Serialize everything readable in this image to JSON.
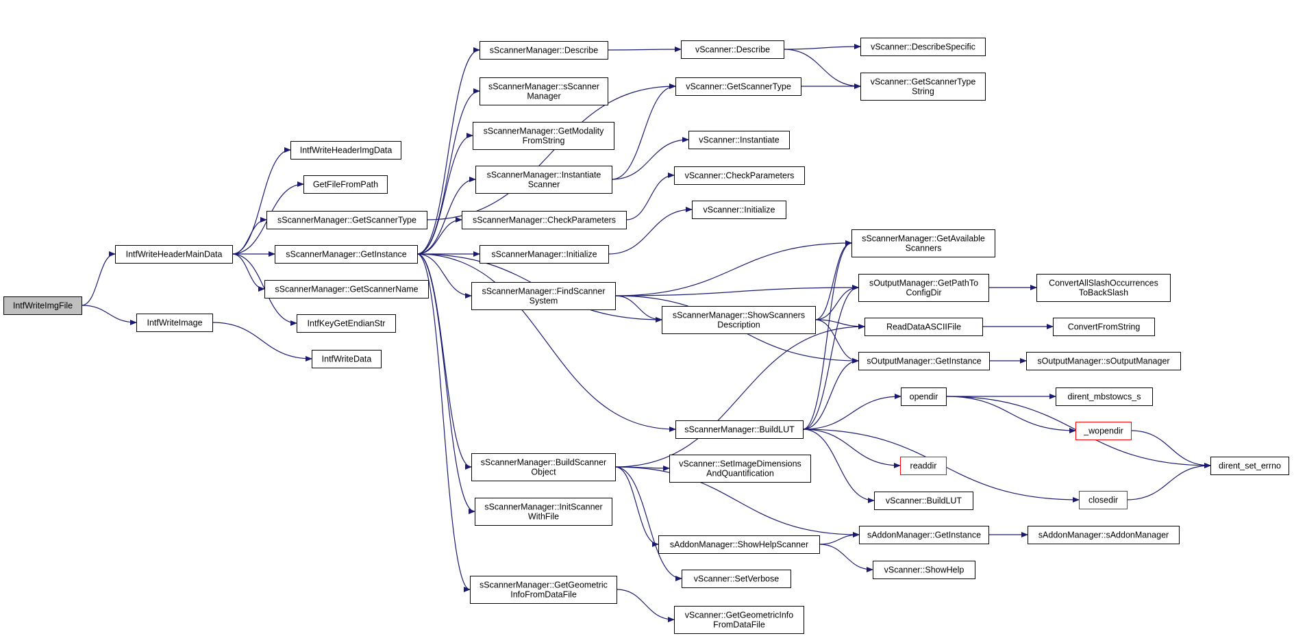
{
  "colors": {
    "edge": "#191970",
    "node_border": "#000000",
    "node_border_truncated": "#ff0000",
    "root_fill": "#bfbfbf",
    "node_fill": "#ffffff",
    "background": "#ffffff"
  },
  "graph": {
    "nodes": [
      {
        "id": "root",
        "lines": [
          "IntfWriteImgFile"
        ],
        "root": true
      },
      {
        "id": "hmain",
        "lines": [
          "IntfWriteHeaderMainData"
        ]
      },
      {
        "id": "wimg",
        "lines": [
          "IntfWriteImage"
        ]
      },
      {
        "id": "himg",
        "lines": [
          "IntfWriteHeaderImgData"
        ]
      },
      {
        "id": "getfile",
        "lines": [
          "GetFileFromPath"
        ]
      },
      {
        "id": "smgr_type",
        "lines": [
          "sScannerManager::GetScannerType"
        ]
      },
      {
        "id": "smgr_inst",
        "lines": [
          "sScannerManager::GetInstance"
        ]
      },
      {
        "id": "smgr_name",
        "lines": [
          "sScannerManager::GetScannerName"
        ]
      },
      {
        "id": "endian",
        "lines": [
          "IntfKeyGetEndianStr"
        ]
      },
      {
        "id": "wdata",
        "lines": [
          "IntfWriteData"
        ]
      },
      {
        "id": "smgr_desc",
        "lines": [
          "sScannerManager::Describe"
        ]
      },
      {
        "id": "smgr_ctor",
        "lines": [
          "sScannerManager::sScanner",
          "Manager"
        ]
      },
      {
        "id": "smgr_mod",
        "lines": [
          "sScannerManager::GetModality",
          "FromString"
        ]
      },
      {
        "id": "smgr_instsc",
        "lines": [
          "sScannerManager::Instantiate",
          "Scanner"
        ]
      },
      {
        "id": "smgr_check",
        "lines": [
          "sScannerManager::CheckParameters"
        ]
      },
      {
        "id": "smgr_init",
        "lines": [
          "sScannerManager::Initialize"
        ]
      },
      {
        "id": "smgr_find",
        "lines": [
          "sScannerManager::FindScanner",
          "System"
        ]
      },
      {
        "id": "smgr_show",
        "lines": [
          "sScannerManager::ShowScanners",
          "Description"
        ]
      },
      {
        "id": "smgr_lut",
        "lines": [
          "sScannerManager::BuildLUT"
        ]
      },
      {
        "id": "smgr_build",
        "lines": [
          "sScannerManager::BuildScanner",
          "Object"
        ]
      },
      {
        "id": "smgr_initfile",
        "lines": [
          "sScannerManager::InitScanner",
          "WithFile"
        ]
      },
      {
        "id": "smgr_geom",
        "lines": [
          "sScannerManager::GetGeometric",
          "InfoFromDataFile"
        ]
      },
      {
        "id": "vs_desc",
        "lines": [
          "vScanner::Describe"
        ]
      },
      {
        "id": "vs_gettype",
        "lines": [
          "vScanner::GetScannerType"
        ]
      },
      {
        "id": "vs_inst",
        "lines": [
          "vScanner::Instantiate"
        ]
      },
      {
        "id": "vs_check",
        "lines": [
          "vScanner::CheckParameters"
        ]
      },
      {
        "id": "vs_init",
        "lines": [
          "vScanner::Initialize"
        ]
      },
      {
        "id": "vs_setimg",
        "lines": [
          "vScanner::SetImageDimensions",
          "AndQuantification"
        ]
      },
      {
        "id": "add_showhelp",
        "lines": [
          "sAddonManager::ShowHelpScanner"
        ]
      },
      {
        "id": "vs_verbose",
        "lines": [
          "vScanner::SetVerbose"
        ]
      },
      {
        "id": "vs_geominfo",
        "lines": [
          "vScanner::GetGeometricInfo",
          "FromDataFile"
        ]
      },
      {
        "id": "vs_descspec",
        "lines": [
          "vScanner::DescribeSpecific"
        ]
      },
      {
        "id": "vs_typestr",
        "lines": [
          "vScanner::GetScannerType",
          "String"
        ]
      },
      {
        "id": "smgr_avail",
        "lines": [
          "sScannerManager::GetAvailable",
          "Scanners"
        ]
      },
      {
        "id": "out_path",
        "lines": [
          "sOutputManager::GetPathTo",
          "ConfigDir"
        ]
      },
      {
        "id": "readascii",
        "lines": [
          "ReadDataASCIIFile"
        ]
      },
      {
        "id": "out_inst",
        "lines": [
          "sOutputManager::GetInstance"
        ]
      },
      {
        "id": "opendir",
        "lines": [
          "opendir"
        ]
      },
      {
        "id": "readdir",
        "lines": [
          "readdir"
        ],
        "truncated": true
      },
      {
        "id": "vs_buildlut",
        "lines": [
          "vScanner::BuildLUT"
        ]
      },
      {
        "id": "add_inst",
        "lines": [
          "sAddonManager::GetInstance"
        ]
      },
      {
        "id": "vs_showhelp",
        "lines": [
          "vScanner::ShowHelp"
        ]
      },
      {
        "id": "convslash",
        "lines": [
          "ConvertAllSlashOccurrences",
          "ToBackSlash"
        ]
      },
      {
        "id": "convstr",
        "lines": [
          "ConvertFromString"
        ]
      },
      {
        "id": "out_ctor",
        "lines": [
          "sOutputManager::sOutputManager"
        ]
      },
      {
        "id": "dirent_mb",
        "lines": [
          "dirent_mbstowcs_s"
        ]
      },
      {
        "id": "wopendir",
        "lines": [
          "_wopendir"
        ],
        "truncated": true
      },
      {
        "id": "closedir",
        "lines": [
          "closedir"
        ],
        "truncated": true
      },
      {
        "id": "errno",
        "lines": [
          "dirent_set_errno"
        ]
      },
      {
        "id": "add_ctor",
        "lines": [
          "sAddonManager::sAddonManager"
        ]
      }
    ],
    "edges": [
      [
        "root",
        "hmain"
      ],
      [
        "root",
        "wimg"
      ],
      [
        "hmain",
        "himg"
      ],
      [
        "hmain",
        "getfile"
      ],
      [
        "hmain",
        "smgr_type"
      ],
      [
        "hmain",
        "smgr_inst"
      ],
      [
        "hmain",
        "smgr_name"
      ],
      [
        "hmain",
        "endian"
      ],
      [
        "wimg",
        "wdata"
      ],
      [
        "smgr_type",
        "vs_gettype"
      ],
      [
        "smgr_inst",
        "smgr_desc"
      ],
      [
        "smgr_inst",
        "smgr_ctor"
      ],
      [
        "smgr_inst",
        "smgr_mod"
      ],
      [
        "smgr_inst",
        "smgr_instsc"
      ],
      [
        "smgr_inst",
        "smgr_check"
      ],
      [
        "smgr_inst",
        "smgr_init"
      ],
      [
        "smgr_inst",
        "smgr_find"
      ],
      [
        "smgr_inst",
        "smgr_show"
      ],
      [
        "smgr_inst",
        "smgr_lut"
      ],
      [
        "smgr_inst",
        "smgr_build"
      ],
      [
        "smgr_inst",
        "smgr_initfile"
      ],
      [
        "smgr_inst",
        "smgr_geom"
      ],
      [
        "smgr_desc",
        "vs_desc"
      ],
      [
        "vs_desc",
        "vs_descspec"
      ],
      [
        "vs_desc",
        "vs_typestr"
      ],
      [
        "vs_gettype",
        "vs_typestr"
      ],
      [
        "smgr_instsc",
        "vs_gettype"
      ],
      [
        "smgr_instsc",
        "vs_inst"
      ],
      [
        "smgr_check",
        "vs_check"
      ],
      [
        "smgr_init",
        "vs_init"
      ],
      [
        "smgr_find",
        "smgr_avail"
      ],
      [
        "smgr_find",
        "out_path"
      ],
      [
        "smgr_find",
        "smgr_show"
      ],
      [
        "smgr_find",
        "out_inst"
      ],
      [
        "smgr_show",
        "smgr_avail"
      ],
      [
        "smgr_show",
        "out_path"
      ],
      [
        "smgr_show",
        "readascii"
      ],
      [
        "smgr_show",
        "out_inst"
      ],
      [
        "smgr_lut",
        "smgr_avail"
      ],
      [
        "smgr_lut",
        "out_path"
      ],
      [
        "smgr_lut",
        "out_inst"
      ],
      [
        "smgr_lut",
        "opendir"
      ],
      [
        "smgr_lut",
        "readdir"
      ],
      [
        "smgr_lut",
        "vs_buildlut"
      ],
      [
        "smgr_lut",
        "closedir"
      ],
      [
        "smgr_build",
        "readascii"
      ],
      [
        "smgr_build",
        "vs_setimg"
      ],
      [
        "smgr_build",
        "add_inst"
      ],
      [
        "smgr_build",
        "add_showhelp"
      ],
      [
        "smgr_build",
        "vs_verbose"
      ],
      [
        "smgr_geom",
        "vs_geominfo"
      ],
      [
        "add_showhelp",
        "add_inst"
      ],
      [
        "add_showhelp",
        "vs_showhelp"
      ],
      [
        "add_inst",
        "add_ctor"
      ],
      [
        "out_path",
        "convslash"
      ],
      [
        "readascii",
        "convstr"
      ],
      [
        "out_inst",
        "out_ctor"
      ],
      [
        "opendir",
        "dirent_mb"
      ],
      [
        "opendir",
        "wopendir"
      ],
      [
        "opendir",
        "errno"
      ],
      [
        "wopendir",
        "errno"
      ],
      [
        "closedir",
        "errno"
      ]
    ]
  }
}
